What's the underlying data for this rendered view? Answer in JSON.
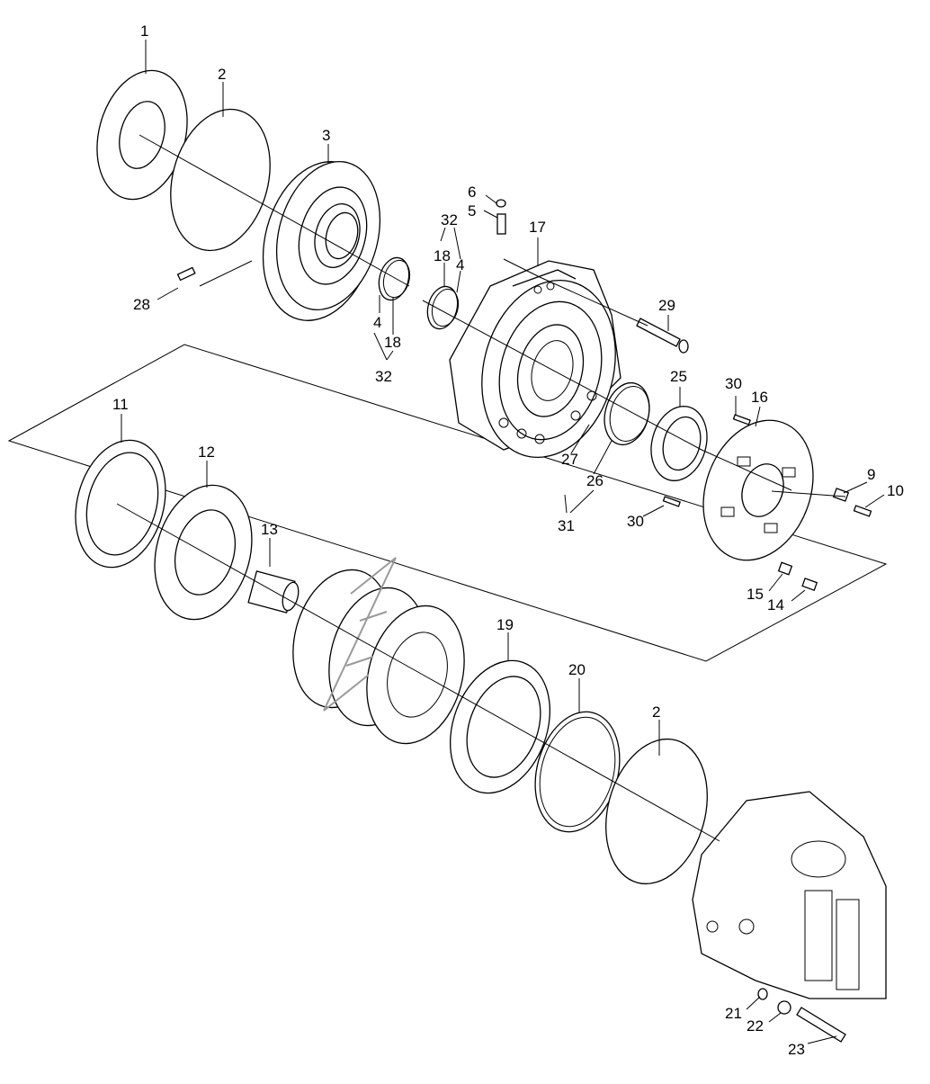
{
  "diagram": {
    "labels": {
      "l1": "1",
      "l2a": "2",
      "l2b": "2",
      "l3": "3",
      "l4a": "4",
      "l4b": "4",
      "l5": "5",
      "l6": "6",
      "l9": "9",
      "l10": "10",
      "l11": "11",
      "l12": "12",
      "l13": "13",
      "l14": "14",
      "l15": "15",
      "l16": "16",
      "l17": "17",
      "l18a": "18",
      "l18b": "18",
      "l19": "19",
      "l20": "20",
      "l21": "21",
      "l22": "22",
      "l23": "23",
      "l25": "25",
      "l26": "26",
      "l27": "27",
      "l28": "28",
      "l29": "29",
      "l30a": "30",
      "l30b": "30",
      "l31": "31",
      "l32a": "32",
      "l32b": "32"
    },
    "colors": {
      "line": "#000000",
      "background": "#ffffff",
      "watermark": "#9a9a9a"
    }
  }
}
